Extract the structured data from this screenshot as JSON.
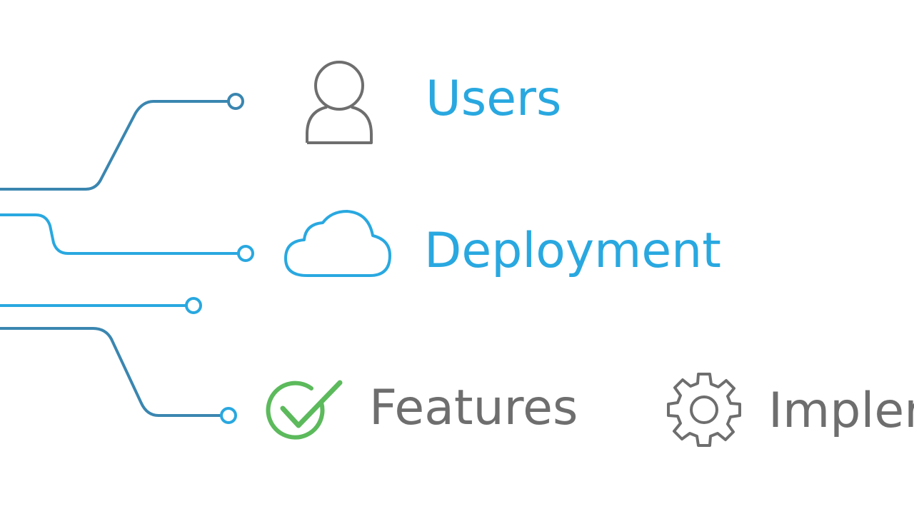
{
  "colors": {
    "accent_blue": "#29a8e0",
    "dark_blue": "#3a86b0",
    "gray": "#6e6e6e",
    "green": "#5cba5c"
  },
  "items": [
    {
      "label": "Users",
      "icon": "user-icon",
      "color": "#29a8e0"
    },
    {
      "label": "Deployment",
      "icon": "cloud-icon",
      "color": "#29a8e0"
    },
    {
      "label": "Features",
      "icon": "check-icon",
      "color": "#6e6e6e"
    },
    {
      "label": "Impler",
      "icon": "gear-icon",
      "color": "#6e6e6e"
    }
  ]
}
